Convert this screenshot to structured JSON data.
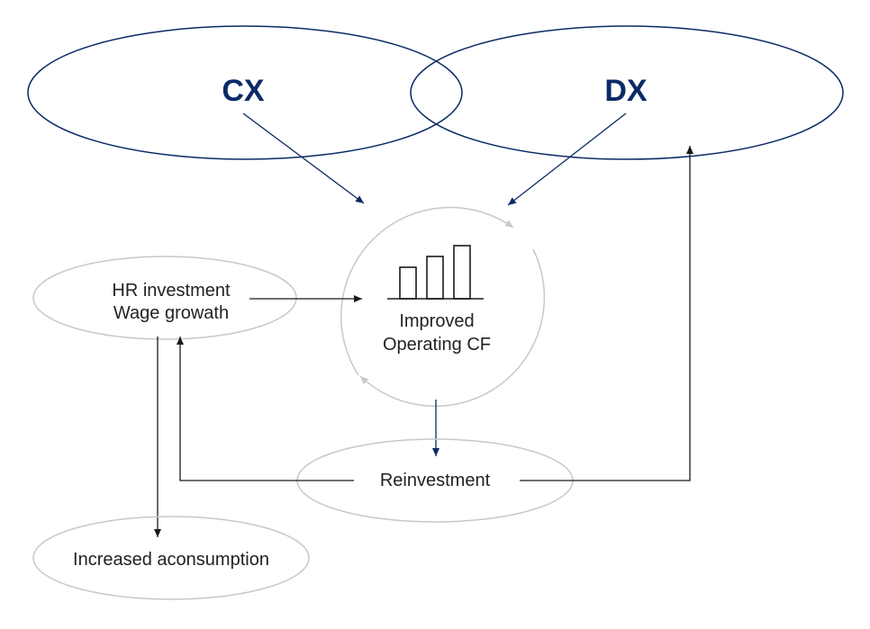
{
  "colors": {
    "navy": "#0b2a66",
    "gray": "#c8c8c8",
    "text": "#222222",
    "line": "#1a1a1a"
  },
  "nodes": {
    "cx": "CX",
    "dx": "DX",
    "hr_line1": "HR investment",
    "hr_line2": "Wage growath",
    "center_line1": "Improved",
    "center_line2": "Operating CF",
    "reinvestment": "Reinvestment",
    "consumption": "Increased aconsumption"
  },
  "icons": {
    "center": "bar-chart-icon"
  }
}
